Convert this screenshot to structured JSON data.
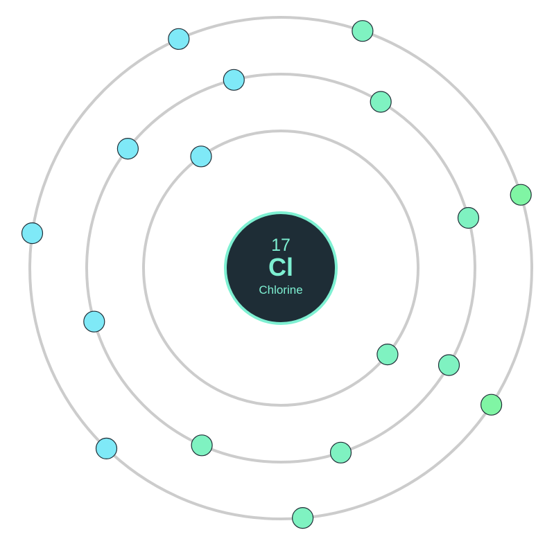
{
  "element": {
    "atomic_number": "17",
    "symbol": "Cl",
    "name": "Chlorine"
  },
  "colors": {
    "orbit": "#cccccc",
    "nucleus_fill": "#1e2d36",
    "nucleus_text": "#7ef0d2",
    "electron_stroke": "#1f2d36"
  },
  "shells": [
    {
      "electrons": [
        {
          "angle_deg": 234.5,
          "color": "#7fe9f7"
        },
        {
          "angle_deg": 39,
          "color": "#7ff2c1"
        }
      ]
    },
    {
      "electrons": [
        {
          "angle_deg": 256,
          "color": "#7fe9f7"
        },
        {
          "angle_deg": 218,
          "color": "#7fe9f7"
        },
        {
          "angle_deg": 164,
          "color": "#7fe9f7"
        },
        {
          "angle_deg": 301,
          "color": "#7ff2c1"
        },
        {
          "angle_deg": 345,
          "color": "#7ff2c1"
        },
        {
          "angle_deg": 30,
          "color": "#7ff2c1"
        },
        {
          "angle_deg": 72,
          "color": "#7ff2c1"
        },
        {
          "angle_deg": 114,
          "color": "#7ff2c1"
        }
      ]
    },
    {
      "electrons": [
        {
          "angle_deg": 246,
          "color": "#7fe9f7"
        },
        {
          "angle_deg": 188,
          "color": "#7fe9f7"
        },
        {
          "angle_deg": 134,
          "color": "#7fe9f7"
        },
        {
          "angle_deg": 289,
          "color": "#7ff2c1"
        },
        {
          "angle_deg": 343,
          "color": "#80f5a4"
        },
        {
          "angle_deg": 33,
          "color": "#80f5a4"
        },
        {
          "angle_deg": 85,
          "color": "#7ff2c1"
        }
      ]
    }
  ]
}
